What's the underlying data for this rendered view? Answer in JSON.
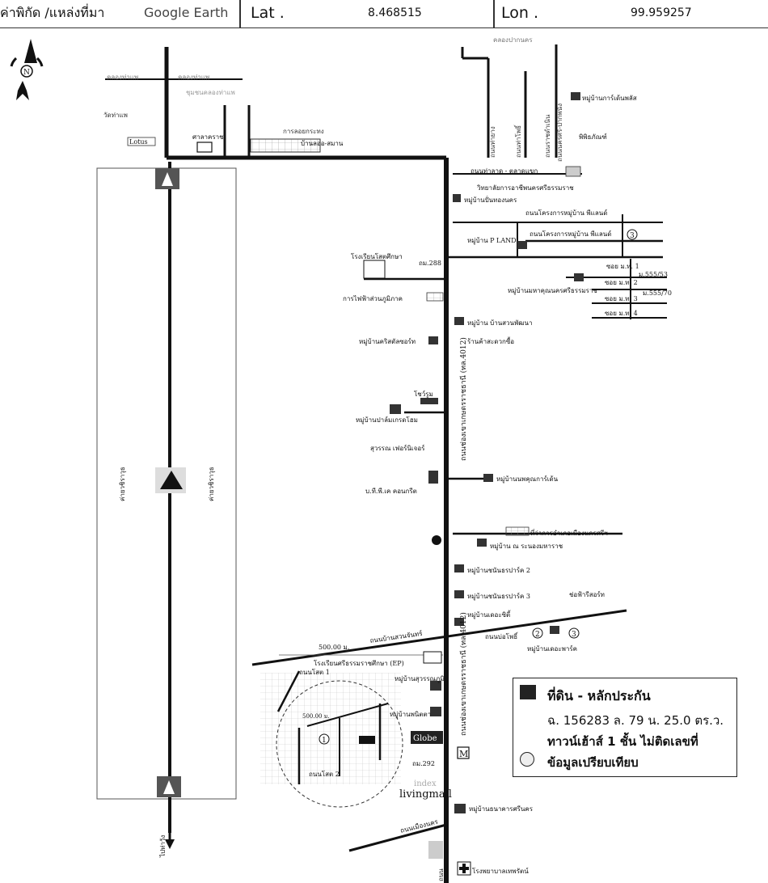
{
  "header": {
    "label": "ค่าพิกัด /แหล่งที่มา",
    "source": "Google Earth",
    "lat_label": "Lat .",
    "lat_value": "8.468515",
    "lon_label": "Lon .",
    "lon_value": "99.959257"
  },
  "compass": {
    "north": "N"
  },
  "map": {
    "canal_1": "คลองท่าแพ",
    "canal_2": "คลองท่าแพ",
    "canal_3": "คลองปากนคร",
    "community": "ชุมชนคลองท่าแพ",
    "wat": "วัดท่าแพ",
    "lotus": "Lotus",
    "office": "ศาลาคราช",
    "factory": "บ้านลออ-สมาน",
    "factory_sub": "การลอยกระทง",
    "road_north": "ถนนท่ายาง",
    "road_tha_pho": "ถนนท่าโพธิ์",
    "road_mai": "ถนนราชดำเนิน",
    "road_ban_nai": "ถนนนครศรี-ปากพนัง",
    "village_1": "หมู่บ้านการ์เด้นพลัส",
    "ext_building": "พิพิธภัณฑ์",
    "road_tha_lat": "ถนนท่าลาด - ตลาดแขก",
    "college": "วิทยาลัยการอาชีพนครศรีธรรมราช",
    "village_2": "หมู่บ้านปั่นทองนคร",
    "road_proj_1": "ถนนโครงการหมู่บ้าน พีแลนด์",
    "road_proj_2": "ถนนโครงการหมู่บ้าน พีแลนด์",
    "circle_3a": "3",
    "p_land": "หมู่บ้าน P LAND",
    "school": "โรงเรียนโสตศึกษา",
    "road_288": "ถม.288",
    "soi_1": "ซอย ม.ท. 1",
    "soi_2": "ซอย ม.ท. 2",
    "soi_3": "ซอย ม.ท. 3",
    "soi_4": "ซอย ม.ท. 4",
    "house_no_1": "ม.555/53",
    "house_no_2": "ม.555/70",
    "village_3": "หมู่บ้านมหาคุณนครศรีธรรมราช",
    "electric": "การไฟฟ้าส่วนภูมิภาค",
    "village_4": "หมู่บ้าน บ้านสวนพัฒนา",
    "village_5": "หมู่บ้านคริสตัลซอร์ท",
    "shop_1": "ร้านค้าสะดวกซื้อ",
    "main_road": "ถนนช่องเขาเกษตรราชธานี (ทล.4012)",
    "showroom": "โชว์รูม",
    "village_6": "หมู่บ้านปาล์มเกรดโฮม",
    "shop_2": "สุวรรณ เฟอร์นิเจอร์",
    "concrete": "บ.ที.พี.เค คอนกรีต",
    "village_7": "หมู่บ้านนพคุณการ์เด้น",
    "road_left": "ค่ายวชิราวุธ",
    "road_right": "ค่ายวชิราวุธ",
    "office_2": "ที่ว่าการอำเภอเมืองนครศรีฯ",
    "village_8": "หมู่บ้าน ณ ระนองมหาราช",
    "village_9": "หมู่บ้านชนันธรปาร์ค 2",
    "village_10": "หมู่บ้านชนันธรปาร์ค 3",
    "shop_3": "ช่อฟ้ารีสอร์ท",
    "village_11": "หมู่บ้านเดอะซิตี้",
    "road_ban_suan": "ถนนบ้านสวนจันทร์",
    "road_ban_pho": "ถนนบ่อโพธิ์",
    "circle_2": "2",
    "circle_3b": "3",
    "village_12": "หมู่บ้านเดอะพาร์ค",
    "distance": "500.00 ม.",
    "school_2": "โรงเรียนศรีธรรมราชศึกษา (EP)",
    "village_13": "หมู่บ้านสุวรรณภูมิ",
    "village_14": "หมู่บ้านพนิตตา",
    "road_nm_1": "ถนนโสต 1",
    "road_nm_2": "ถนนโสต 2",
    "circle_1": "1",
    "plot_dim": "500.00 ม.",
    "globe": "Globe",
    "m_logo": "M",
    "road_292": "ถม.292",
    "main_road_2": "ถนนช่องเขาเกษตรราชธานี (ทล.4012)",
    "index_brand": "index",
    "index_brand_2": "livingmall",
    "village_15": "หมู่บ้านธนาคารศรีนคร",
    "road_south": "ถนนเมืองนคร",
    "to_city": "ไปท่าวัง",
    "hospital": "โรงพยาบาลเทพรัตน์",
    "main_road_3": "ถนน"
  },
  "legend": {
    "row1": "ที่ดิน - หลักประกัน",
    "row2": "ฉ. 156283  ล. 79  น. 25.0 ตร.ว.",
    "row3": "ทาวน์เฮ้าส์ 1 ชั้น ไม่ติดเลขที่",
    "row4": "ข้อมูลเปรียบเทียบ"
  }
}
